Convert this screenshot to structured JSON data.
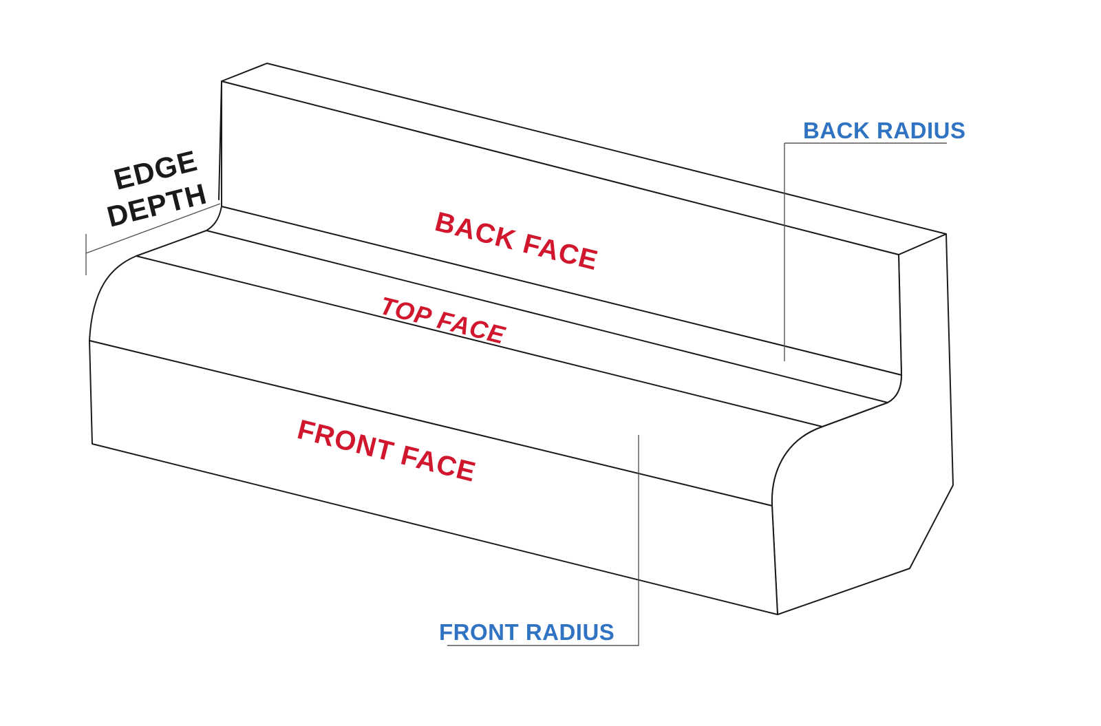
{
  "labels": {
    "back_face": "BACK FACE",
    "top_face": "TOP FACE",
    "front_face": "FRONT FACE",
    "back_radius": "BACK RADIUS",
    "front_radius": "FRONT RADIUS",
    "edge_depth_line1": "EDGE",
    "edge_depth_line2": "DEPTH"
  },
  "colors": {
    "face_label": "#d0172e",
    "radius_label": "#2f73c2",
    "edge_label": "#1a1a1a",
    "outline": "#1a1a1a"
  }
}
